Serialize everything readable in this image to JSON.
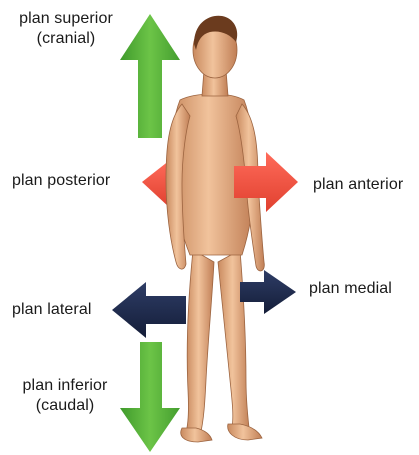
{
  "labels": {
    "superior": {
      "line1": "plan superior",
      "line2": "(cranial)"
    },
    "posterior": "plan posterior",
    "anterior": "plan anterior",
    "lateral": "plan lateral",
    "medial": "plan medial",
    "inferior": {
      "line1": "plan inferior",
      "line2": "(caudal)"
    }
  },
  "colors": {
    "green_arrow": "#5fb83a",
    "red_arrow": "#f0594a",
    "navy_arrow": "#1e2b4f",
    "skin": "#e9b48a"
  }
}
